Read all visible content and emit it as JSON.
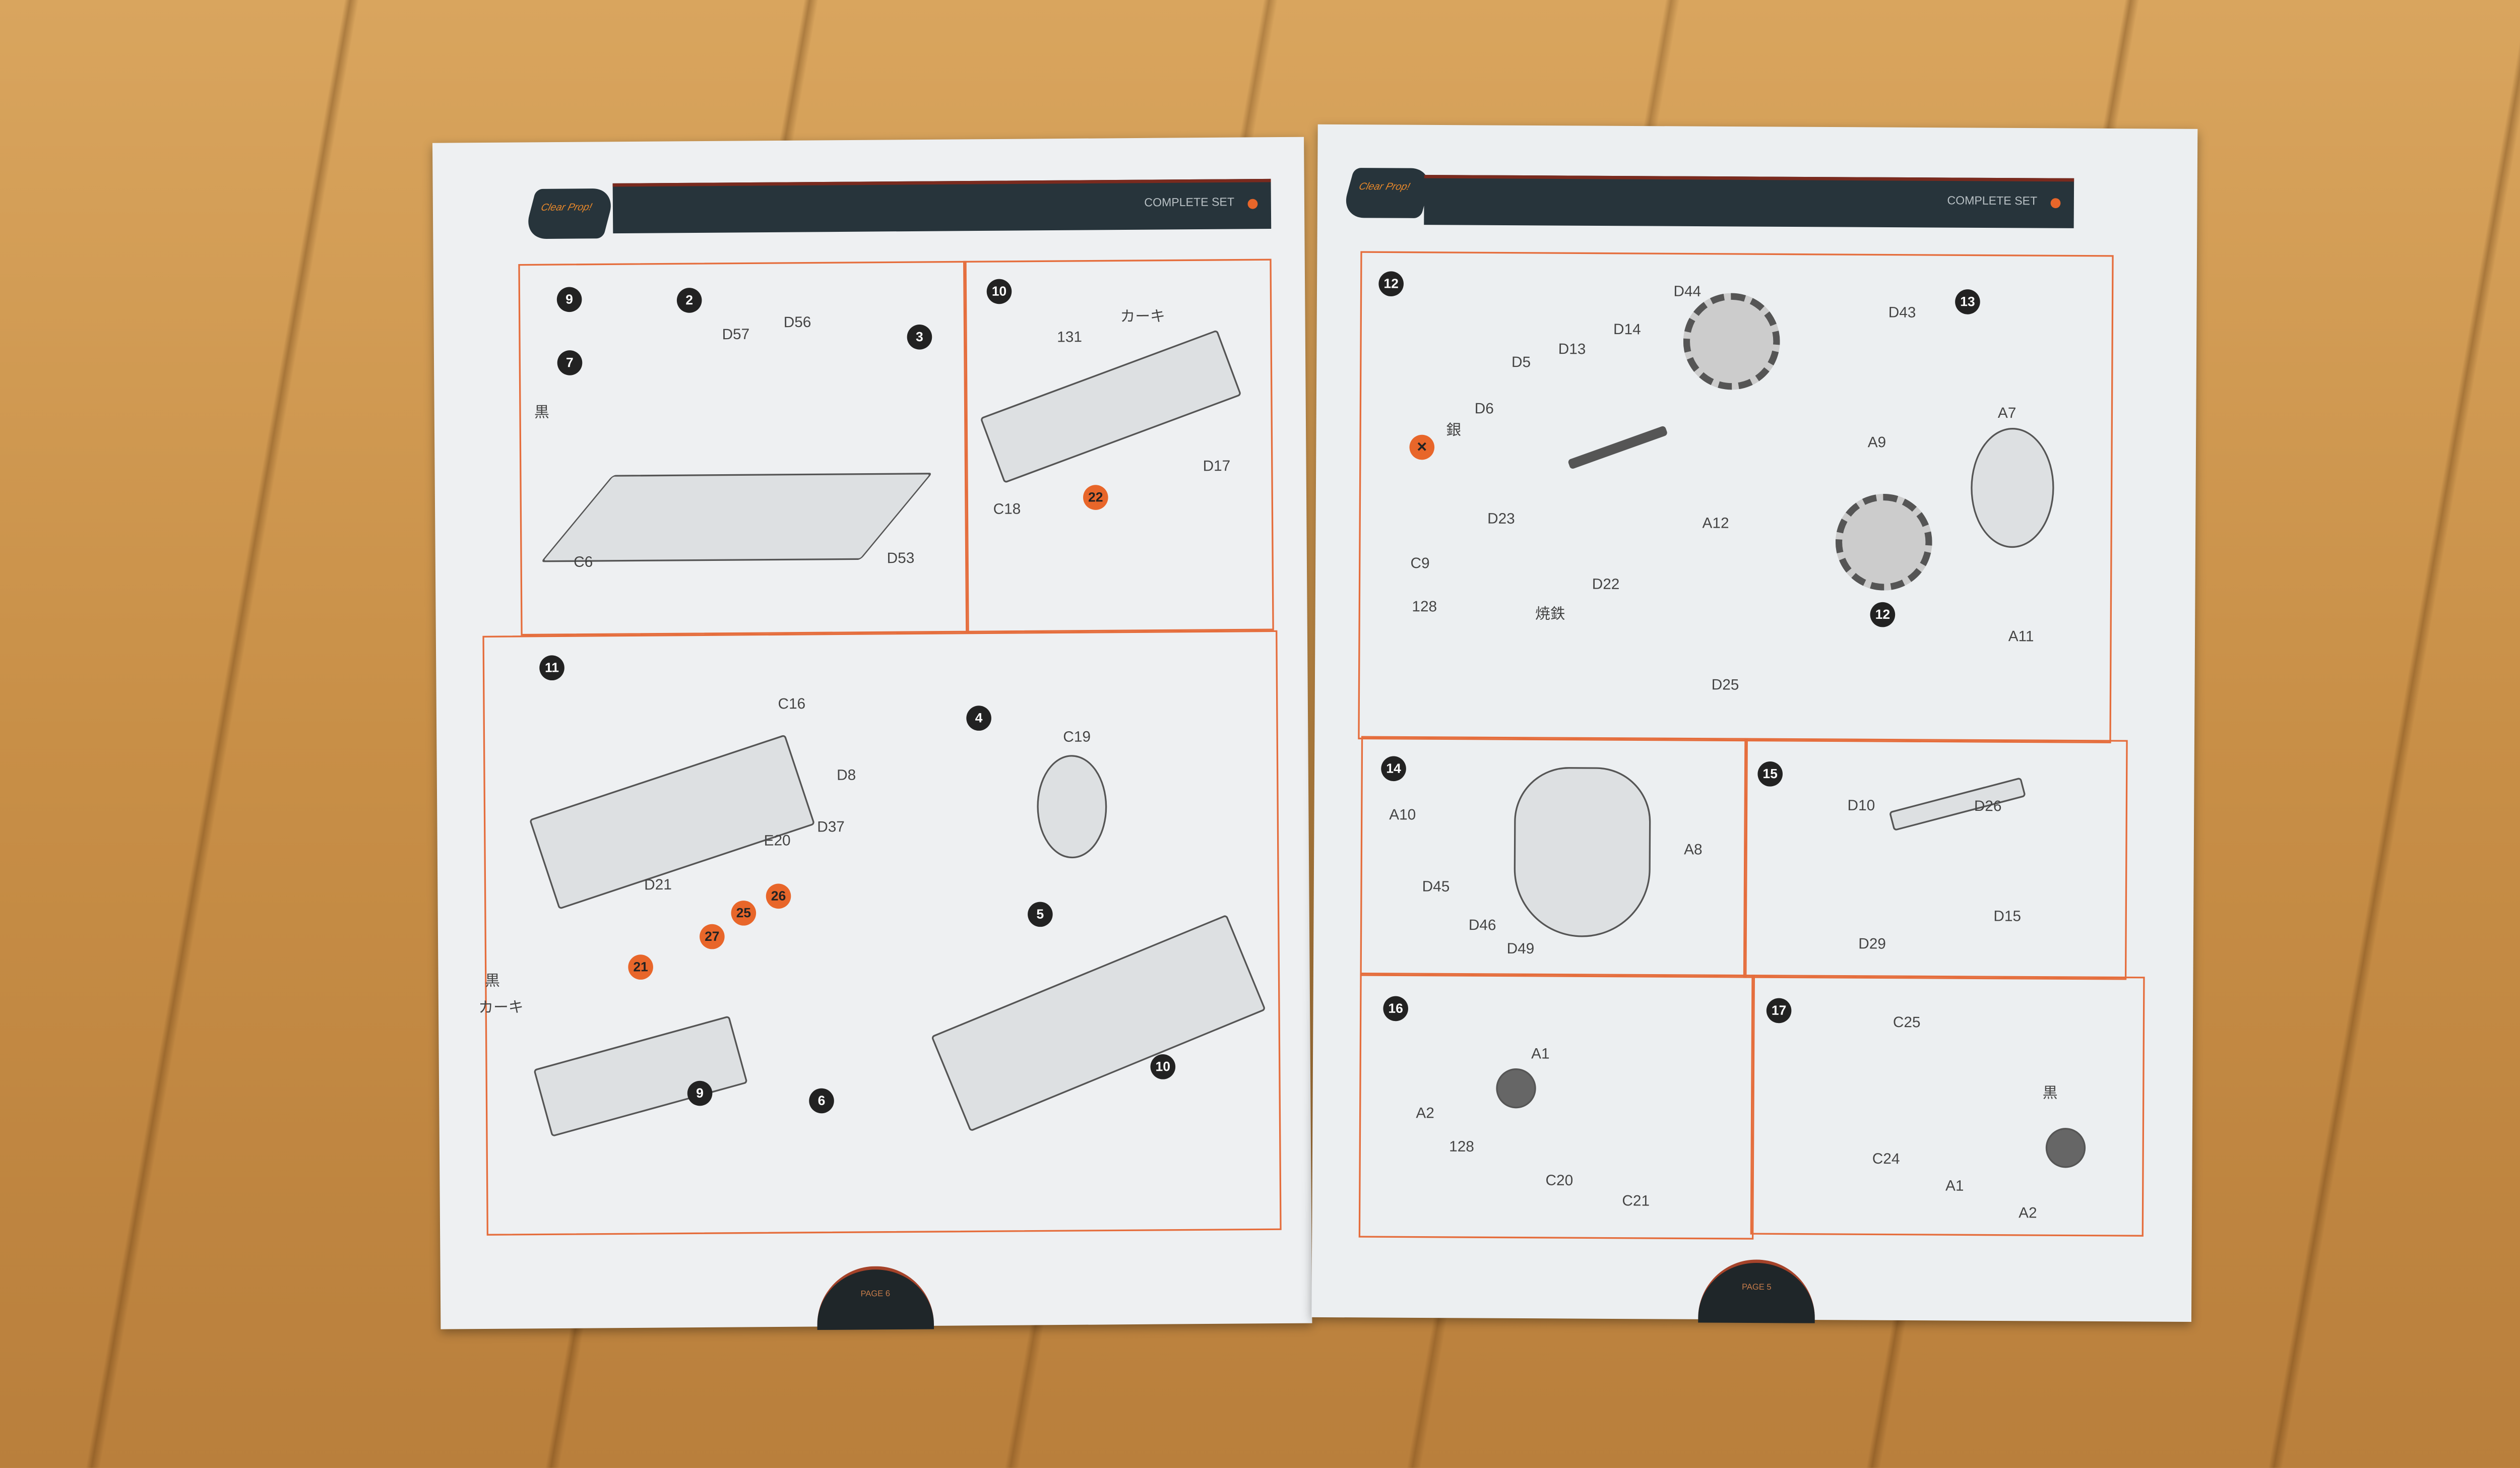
{
  "header_text": "COMPLETE SET",
  "logo_text": "Clear Prop!",
  "left_page": {
    "footer": "PAGE 6",
    "steps": [
      "9",
      "2",
      "7",
      "3",
      "10",
      "11",
      "4",
      "5",
      "6",
      "9",
      "10"
    ],
    "orange_steps": [
      "22",
      "21",
      "27",
      "25",
      "26"
    ],
    "labels": [
      "D57",
      "D56",
      "C6",
      "D53",
      "C18",
      "D17",
      "C16",
      "C19",
      "D8",
      "D37",
      "E20",
      "D21"
    ],
    "notes": [
      "黒",
      "131",
      "カーキ",
      "黒",
      "カーキ"
    ]
  },
  "right_page": {
    "footer": "PAGE 5",
    "steps": [
      "12",
      "13",
      "12",
      "14",
      "15",
      "16",
      "17"
    ],
    "labels": [
      "D44",
      "D43",
      "D14",
      "D13",
      "D5",
      "D6",
      "D23",
      "C9",
      "A7",
      "A9",
      "A12",
      "D22",
      "A11",
      "D25",
      "A10",
      "A8",
      "D45",
      "D46",
      "D49",
      "D10",
      "D26",
      "D15",
      "D29",
      "C25",
      "A1",
      "A2",
      "C20",
      "C21",
      "C24",
      "A1",
      "A2"
    ],
    "notes": [
      "銀",
      "128",
      "焼鉄",
      "128",
      "黒"
    ]
  },
  "colors": {
    "accent": "#e56d3c",
    "header": "#27343b",
    "wood": "#c88f47"
  }
}
